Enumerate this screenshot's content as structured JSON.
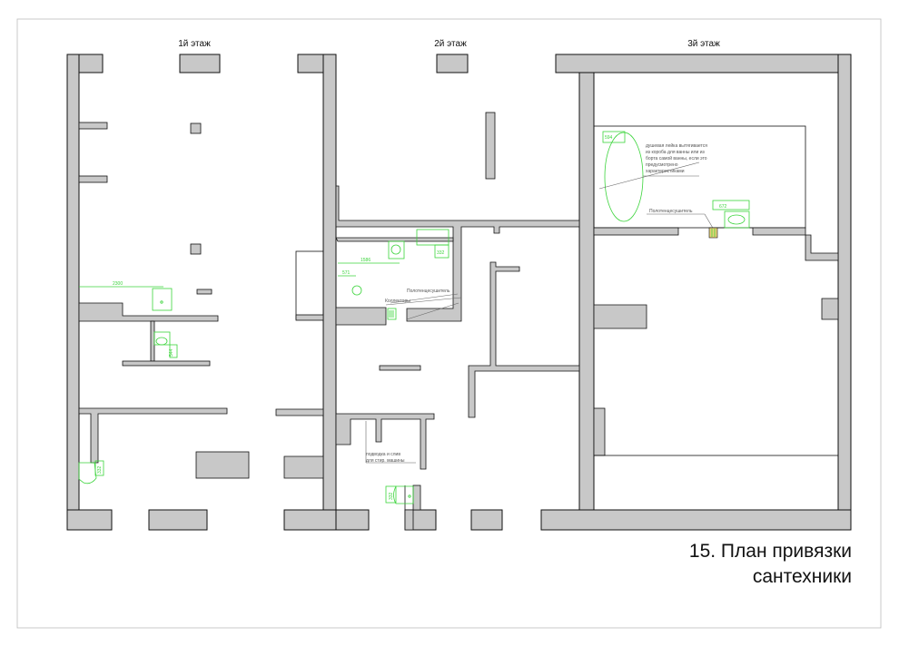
{
  "sheet": {
    "title_line1": "15. План привязки",
    "title_line2": "сантехники"
  },
  "floors": [
    {
      "label": "1й этаж"
    },
    {
      "label": "2й этаж"
    },
    {
      "label": "3й этаж"
    }
  ],
  "dimensions": {
    "f1_sink_offset": "2300",
    "f1_fixture_a": "544",
    "f1_fixture_b": "332",
    "f2_a": "1586",
    "f2_b": "571",
    "f2_c": "332",
    "f2_d": "332",
    "f3_shower": "594",
    "f3_towel": "672"
  },
  "notes": {
    "towel_rail_f2": "Полотенцесушитель",
    "collectors": "Коллекторы",
    "washer_supply_1": "подводка и слив",
    "washer_supply_2": "для стир. машины",
    "shower_1": "душевая лейка вытягивается",
    "shower_2": "из короба для ванны или из",
    "shower_3": "борта самой ванны, если это",
    "shower_4": "предусмотрено",
    "shower_5": "характеристиками",
    "towel_rail_f3": "Полотенцесушитель"
  },
  "colors": {
    "wall_fill": "#c8c8c8",
    "fixture": "#3bd43b"
  }
}
